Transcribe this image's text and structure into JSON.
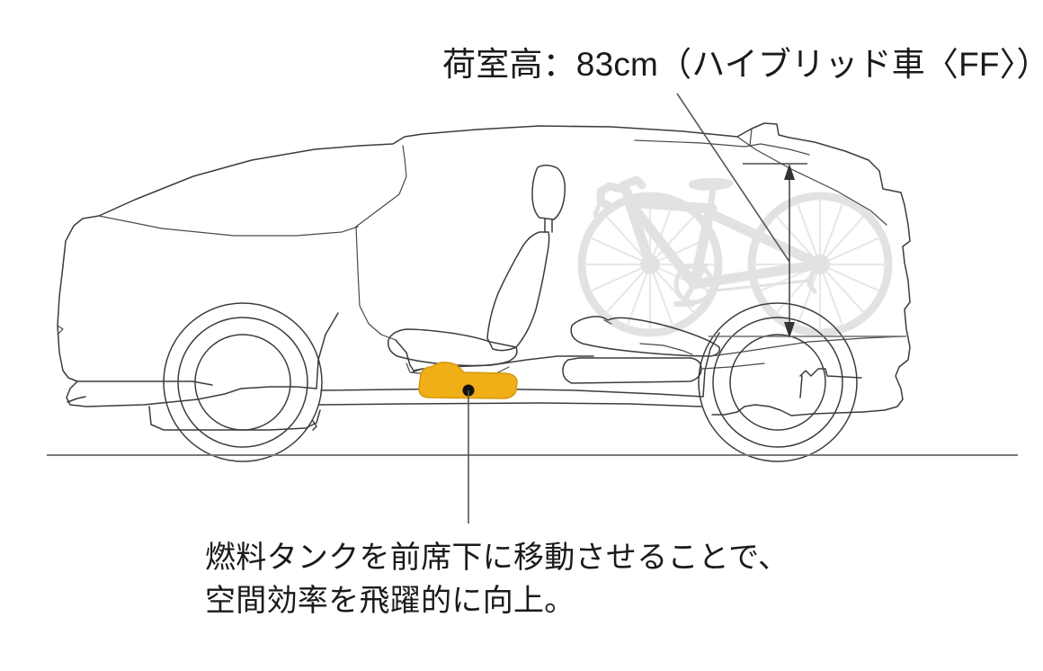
{
  "figure": {
    "type": "technical-illustration",
    "subject": "vehicle-side-view-cutaway",
    "background_color": "#ffffff"
  },
  "callout": {
    "title": "荷室高：83cm（ハイブリッド車〈FF〉）",
    "measurement_label": "83cm",
    "leader_from": "title",
    "leader_to": "cargo-area-height-arrow"
  },
  "caption": {
    "line1": "燃料タンクを前席下に移動させることで、",
    "line2": "空間効率を飛躍的に向上。"
  },
  "highlight": {
    "name": "fuel-tank",
    "color": "#f0ae17",
    "stroke": "#d79a10",
    "marker_color": "#111111"
  },
  "colors": {
    "outline": "#3c3c3c",
    "ground": "#7a7a7a",
    "bicycle": "#e2e2e2",
    "text": "#1a1a1a",
    "accent": "#f0ae17"
  },
  "elements": {
    "ground_line": "ground-reference-line",
    "dimension_arrow": "cargo-height-dimension-arrow",
    "bicycle": "bicycle-silhouette",
    "front_seat": "front-seat-outline",
    "rear_seat": "folded-rear-seat-outline",
    "front_wheel": "front-wheel",
    "rear_wheel": "rear-wheel"
  }
}
